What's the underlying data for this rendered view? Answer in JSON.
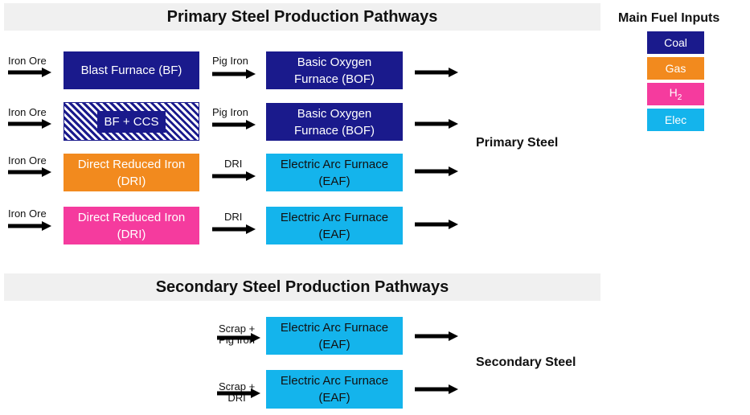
{
  "primary": {
    "title": "Primary Steel Production Pathways",
    "output_label": "Primary Steel",
    "rows": [
      {
        "input": "Iron Ore",
        "stage1": "Blast Furnace (BF)",
        "intermediate": "Pig Iron",
        "stage2_line1": "Basic Oxygen",
        "stage2_line2": "Furnace (BOF)"
      },
      {
        "input": "Iron Ore",
        "stage1": "BF + CCS",
        "intermediate": "Pig Iron",
        "stage2_line1": "Basic Oxygen",
        "stage2_line2": "Furnace (BOF)"
      },
      {
        "input": "Iron Ore",
        "stage1_line1": "Direct Reduced Iron",
        "stage1_line2": "(DRI)",
        "intermediate": "DRI",
        "stage2_line1": "Electric Arc Furnace",
        "stage2_line2": "(EAF)"
      },
      {
        "input": "Iron Ore",
        "stage1_line1": "Direct Reduced Iron",
        "stage1_line2": "(DRI)",
        "intermediate": "DRI",
        "stage2_line1": "Electric Arc Furnace",
        "stage2_line2": "(EAF)"
      }
    ]
  },
  "secondary": {
    "title": "Secondary Steel Production Pathways",
    "output_label": "Secondary Steel",
    "rows": [
      {
        "input_line1": "Scrap +",
        "input_line2": "Pig Iron",
        "stage_line1": "Electric Arc Furnace",
        "stage_line2": "(EAF)"
      },
      {
        "input_line1": "Scrap +",
        "input_line2": "DRI",
        "stage_line1": "Electric Arc Furnace",
        "stage_line2": "(EAF)"
      }
    ]
  },
  "legend": {
    "title": "Main Fuel Inputs",
    "items": [
      {
        "label": "Coal",
        "color": "#1a1a8c"
      },
      {
        "label": "Gas",
        "color": "#f28a1e"
      },
      {
        "label": "H",
        "sub": "2",
        "color": "#f53b9e"
      },
      {
        "label": "Elec",
        "color": "#14b4ec"
      }
    ]
  },
  "colors": {
    "coal": "#1a1a8c",
    "gas": "#f28a1e",
    "h2": "#f53b9e",
    "elec": "#14b4ec",
    "arrow": "#000000",
    "banner": "#f0f0f0"
  }
}
